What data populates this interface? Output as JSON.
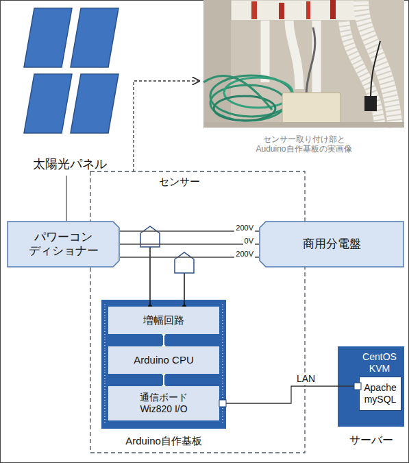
{
  "diagram": {
    "nodes": [
      {
        "text": [
          "太陽光パネル"
        ]
      },
      {
        "text": [
          "センサー取り付け部と Auduino自作基板の実画像"
        ]
      },
      {
        "text": [
          "パワーコン ディショナー"
        ]
      },
      {
        "text": [
          "商用分電盤"
        ]
      },
      {
        "text": [
          "Arduino自作基板"
        ]
      },
      {
        "text": [
          "増幅回路"
        ],
        "in": 4
      },
      {
        "text": [
          "Arduino CPU"
        ],
        "in": 4
      },
      {
        "text": [
          "通信ボード Wiz820 I/O"
        ],
        "in": 4
      },
      {
        "text": [
          "CentOS KVM",
          "サーバー"
        ]
      },
      {
        "text": [
          "Apache mySQL"
        ],
        "in": 8
      }
    ],
    "edges": [
      {
        "from": 0,
        "to": 2,
        "arrow": "none"
      },
      {
        "from": 2,
        "to": 3,
        "arrow": "none",
        "label": "200V"
      },
      {
        "from": 2,
        "to": 3,
        "arrow": "none",
        "label": "0V"
      },
      {
        "from": 2,
        "to": 3,
        "arrow": "none",
        "label": "200V"
      },
      {
        "from": 5,
        "to": 6,
        "arrow": "none"
      },
      {
        "from": 6,
        "to": 7,
        "arrow": "none"
      },
      {
        "from": 7,
        "to": 9,
        "arrow": "none",
        "label": "LAN"
      }
    ],
    "labels": [
      "センサー"
    ]
  }
}
